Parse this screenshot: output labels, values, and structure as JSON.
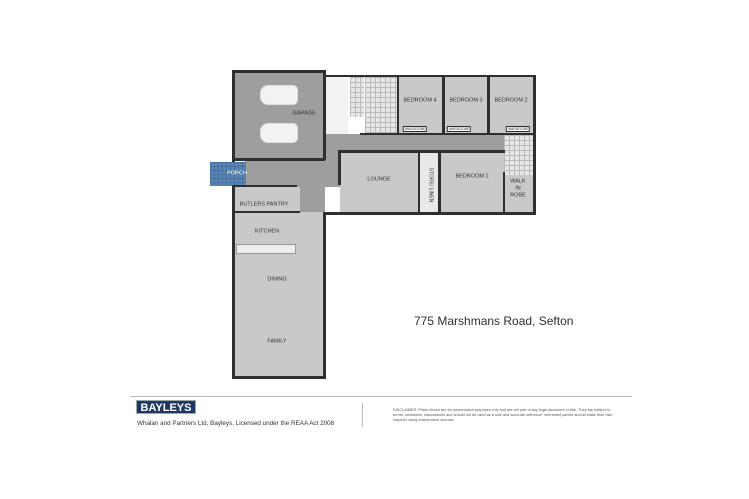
{
  "floor_plan": {
    "rooms": [
      "GARAGE",
      "BEDROOM 4",
      "BEDROOM 3",
      "BEDROOM 2",
      "WARDROBE",
      "WARDROBE",
      "WARDROBE",
      "PORCH",
      "LOUNGE",
      "STORE/ LINEN",
      "BEDROOM 1",
      "WALK IN ROBE",
      "BUTLERS PANTRY",
      "KITCHEN",
      "DINING",
      "FAMILY"
    ],
    "address": "775 Marshmans Road, Sefton",
    "colors": {
      "walls": "#2f2f33",
      "rooms": "#c9c9c9",
      "circulation": "#9e9e9e",
      "porch": "#5a86b0"
    }
  },
  "footer": {
    "logo": "BAYLEYS",
    "agency": "Whalan and Partners Ltd, Bayleys, Licensed under the REAA Act 2008",
    "disclaimer": "DISCLAIMER: Plans shown are for presentation purposes only and are not part of any legal document or title. They are subject to errors, omissions, inaccuracies and should not be used as a sole and accurate reference. Interested parties should make their own inquiries using independent sources.",
    "brand_color": "#1f3864"
  }
}
